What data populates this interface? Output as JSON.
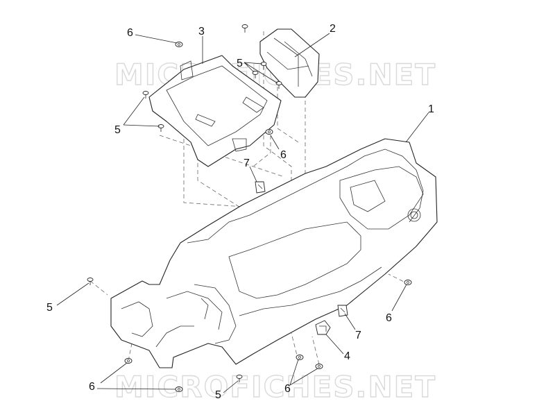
{
  "watermark": {
    "text": "MICROFICHES.NET"
  },
  "callouts": [
    {
      "id": "1",
      "text": "1"
    },
    {
      "id": "2",
      "text": "2"
    },
    {
      "id": "3",
      "text": "3"
    },
    {
      "id": "4",
      "text": "4"
    },
    {
      "id": "5a",
      "text": "5"
    },
    {
      "id": "5b",
      "text": "5"
    },
    {
      "id": "5c",
      "text": "5"
    },
    {
      "id": "5d",
      "text": "5"
    },
    {
      "id": "6a",
      "text": "6"
    },
    {
      "id": "6b",
      "text": "6"
    },
    {
      "id": "6c",
      "text": "6"
    },
    {
      "id": "6d",
      "text": "6"
    },
    {
      "id": "6e",
      "text": "6"
    },
    {
      "id": "7a",
      "text": "7"
    },
    {
      "id": "7b",
      "text": "7"
    }
  ]
}
